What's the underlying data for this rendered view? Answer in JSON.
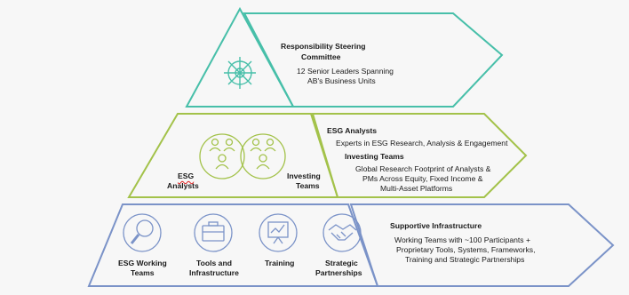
{
  "colors": {
    "teal": "#47bfa9",
    "green": "#a3c24a",
    "blue": "#7b93c8",
    "background": "#f7f7f7"
  },
  "tier_top": {
    "heading_line1": "Responsibility Steering",
    "heading_line2": "Committee",
    "body_line1": "12 Senior Leaders Spanning",
    "body_line2": "AB's Business Units",
    "icon": "ship-wheel-icon"
  },
  "tier_middle": {
    "left_label_1": "ESG",
    "left_label_2": "Analysts",
    "right_label_1": "Investing",
    "right_label_2": "Teams",
    "icon": "people-group-icon",
    "heading1": "ESG Analysts",
    "body1": "Experts in ESG Research, Analysis & Engagement",
    "heading2": "Investing Teams",
    "body2_line1": "Global Research Footprint of Analysts &",
    "body2_line2": "PMs Across Equity, Fixed Income &",
    "body2_line3": "Multi-Asset Platforms"
  },
  "tier_bottom": {
    "items": [
      {
        "line1": "ESG Working",
        "line2": "Teams",
        "icon": "magnifier-icon"
      },
      {
        "line1": "Tools and",
        "line2": "Infrastructure",
        "icon": "briefcase-icon"
      },
      {
        "line1": "Training",
        "line2": "",
        "icon": "presentation-board-icon"
      },
      {
        "line1": "Strategic",
        "line2": "Partnerships",
        "icon": "handshake-icon"
      }
    ],
    "heading": "Supportive Infrastructure",
    "body_line1": "Working Teams with ~100 Participants +",
    "body_line2": "Proprietary Tools, Systems, Frameworks,",
    "body_line3": "Training and Strategic Partnerships"
  }
}
